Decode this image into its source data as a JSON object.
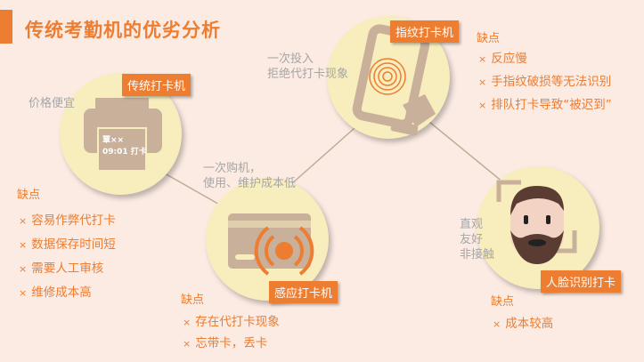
{
  "title": "传统考勤机的优劣分析",
  "traditional": {
    "label": "传统打卡机",
    "pro": "价格便宜",
    "card_line1": "覃××",
    "card_line2": "09:01 打卡",
    "cons_title": "缺点",
    "cons": [
      "容易作弊代打卡",
      "数据保存时间短",
      "需要人工审核",
      "维修成本高"
    ]
  },
  "fingerprint": {
    "label": "指纹打卡机",
    "pros": [
      "一次投入",
      "拒绝代打卡现象"
    ],
    "cons_title": "缺点",
    "cons": [
      "反应慢",
      "手指纹破损等无法识别",
      "排队打卡导致“被迟到”"
    ]
  },
  "card": {
    "label": "感应打卡机",
    "pros": [
      "一次购机，",
      "使用、维护成本低"
    ],
    "cons_title": "缺点",
    "cons": [
      "存在代打卡现象",
      "忘带卡，丢卡"
    ]
  },
  "face": {
    "label": "人脸识别打卡",
    "pros": [
      "直观",
      "友好",
      "非接触"
    ],
    "cons_title": "缺点",
    "cons": [
      "成本较高"
    ]
  },
  "colors": {
    "accent": "#ed7d31",
    "circle": "#f8edbd",
    "icon": "#c8b09a",
    "bg": "#fbebe3"
  }
}
